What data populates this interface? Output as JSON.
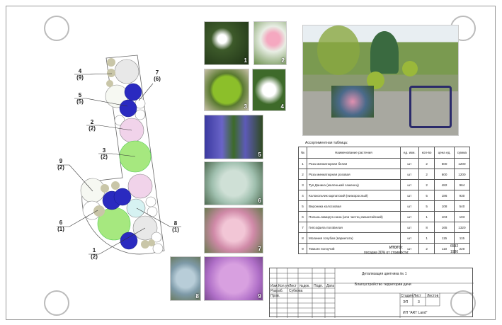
{
  "plan": {
    "labels": [
      {
        "num": "4",
        "qty": "(9)"
      },
      {
        "num": "7",
        "qty": "(6)"
      },
      {
        "num": "5",
        "qty": "(5)"
      },
      {
        "num": "2",
        "qty": "(2)"
      },
      {
        "num": "3",
        "qty": "(2)"
      },
      {
        "num": "9",
        "qty": "(2)"
      },
      {
        "num": "6",
        "qty": "(1)"
      },
      {
        "num": "8",
        "qty": "(1)"
      },
      {
        "num": "1",
        "qty": "(2)"
      }
    ]
  },
  "photos": [
    "1",
    "2",
    "3",
    "4",
    "5",
    "6",
    "7",
    "8",
    "9"
  ],
  "table": {
    "caption": "Ассортиментная таблица:",
    "headers": [
      "№",
      "Наименование растения",
      "ед. изм.",
      "кол-во",
      "цена ед.",
      "сумма"
    ],
    "rows": [
      [
        "1",
        "Роза миниатюрная белая",
        "шт",
        "2",
        "600",
        "1200"
      ],
      [
        "2",
        "Роза миниатюрная розовая",
        "шт",
        "2",
        "600",
        "1200"
      ],
      [
        "3",
        "Туя Даника (маленький саженец)",
        "шт",
        "2",
        "482",
        "964"
      ],
      [
        "4",
        "Колокольчик карпатский (низкорослый)",
        "шт",
        "5",
        "186",
        "930"
      ],
      [
        "5",
        "Вероника колосковая",
        "шт",
        "5",
        "108",
        "540"
      ],
      [
        "6",
        "Полынь Шмидта нана (или чистец византийский)",
        "шт",
        "1",
        "103",
        "103"
      ],
      [
        "7",
        "Гипсофила ползБелая",
        "шт",
        "8",
        "165",
        "1320"
      ],
      [
        "8",
        "Молиния голубая (вариегата)",
        "шт",
        "1",
        "115",
        "115"
      ],
      [
        "9",
        "Тимьян ползучий",
        "шт",
        "2",
        "110",
        "220"
      ]
    ],
    "total_label": "ИТОГО:",
    "total_value": "6592",
    "planting_label": "посадка 30% от стоимости:",
    "planting_value": "1980"
  },
  "title_block": {
    "title": "Детализация цветника № 1",
    "project": "Благоустройство территории дачи",
    "col_headers": [
      "Изм.",
      "Кол.уч",
      "Лист",
      "№док.",
      "Подп.",
      "Дата"
    ],
    "developer_label": "Разраб.",
    "developer": "Субкова",
    "checked_label": "Пров.",
    "stage_label": "Стадия",
    "sheet_label": "Лист",
    "sheets_label": "Листов",
    "stage": "ЭП",
    "sheet": "3",
    "company": "ИП \"ART Land\""
  }
}
